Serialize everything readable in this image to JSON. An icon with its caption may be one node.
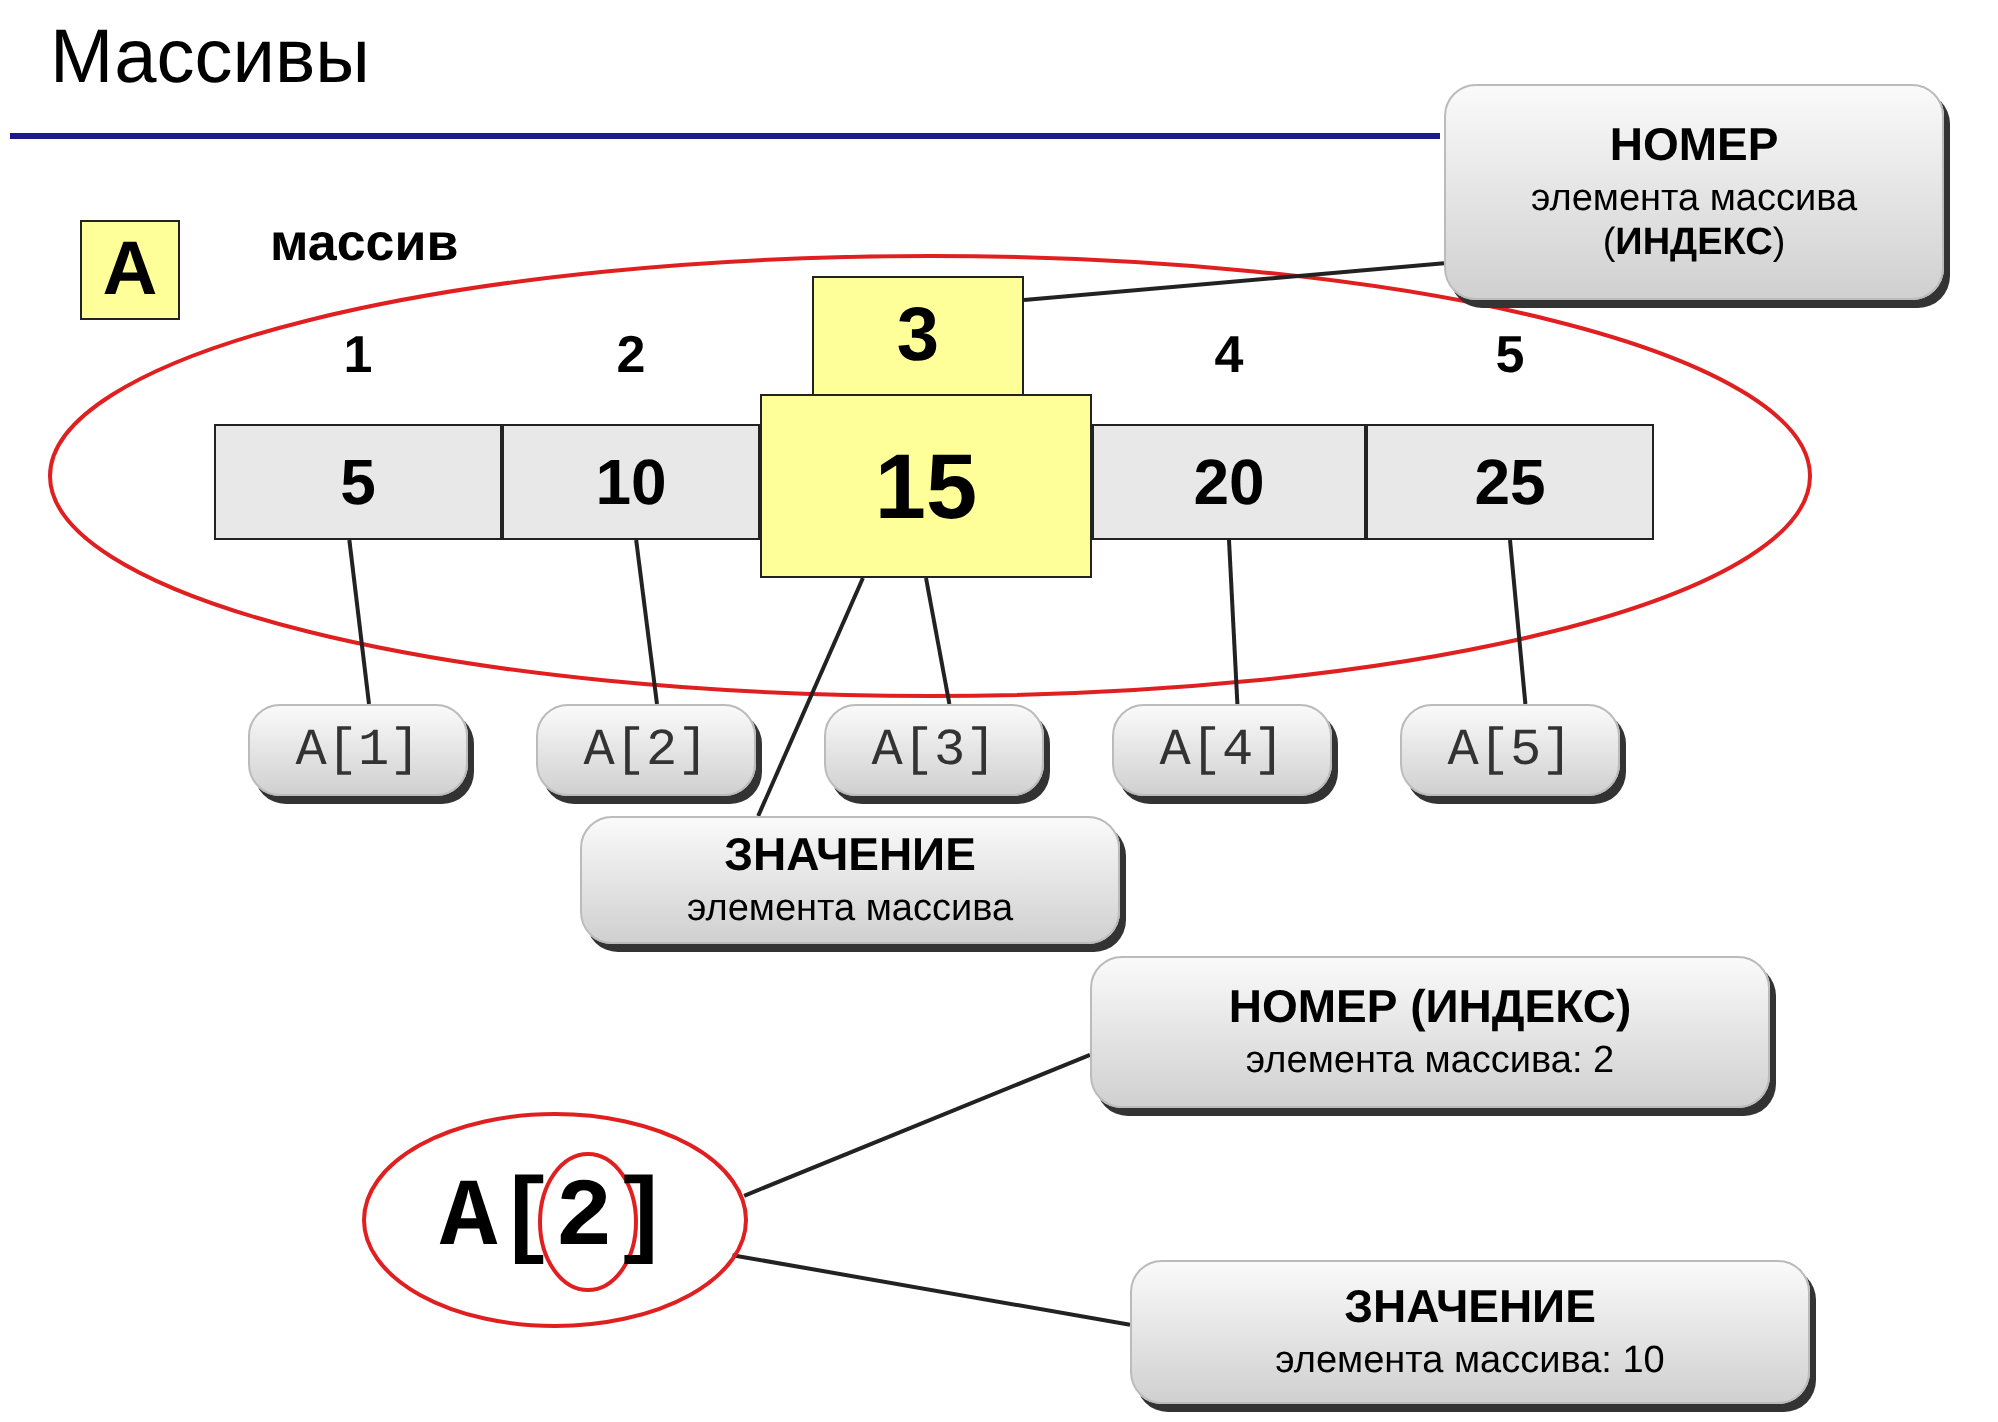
{
  "diagram": {
    "title": "Массивы",
    "nodes": [
      {
        "text": [
          "A"
        ],
        "beside": [
          "массив"
        ]
      },
      {
        "text": [
          "5"
        ],
        "beside": [
          "1"
        ]
      },
      {
        "text": [
          "10"
        ],
        "beside": [
          "2"
        ]
      },
      {
        "text": [
          "15"
        ]
      },
      {
        "text": [
          "3"
        ]
      },
      {
        "text": [
          "20"
        ],
        "beside": [
          "4"
        ]
      },
      {
        "text": [
          "25"
        ],
        "beside": [
          "5"
        ]
      },
      {
        "text": [
          "НОМЕР",
          "элемента массива (**ИНДЕКС**)"
        ]
      },
      {
        "text": [
          "A[1]"
        ]
      },
      {
        "text": [
          "A[2]"
        ]
      },
      {
        "text": [
          "A[3]"
        ]
      },
      {
        "text": [
          "A[4]"
        ]
      },
      {
        "text": [
          "A[5]"
        ]
      },
      {
        "text": [
          "ЗНАЧЕНИЕ",
          "элемента массива"
        ]
      },
      {
        "text": [
          "A[2]"
        ]
      },
      {
        "text": [
          "НОМЕР (ИНДЕКС)",
          "элемента массива: 2"
        ]
      },
      {
        "text": [
          "ЗНАЧЕНИЕ",
          "элемента массива: 10"
        ]
      }
    ],
    "edges": [
      {
        "from": 7,
        "to": 4,
        "arrow": "none"
      },
      {
        "from": 8,
        "to": 1,
        "arrow": "none"
      },
      {
        "from": 9,
        "to": 2,
        "arrow": "none"
      },
      {
        "from": 10,
        "to": 3,
        "arrow": "none"
      },
      {
        "from": 11,
        "to": 5,
        "arrow": "none"
      },
      {
        "from": 12,
        "to": 6,
        "arrow": "none"
      },
      {
        "from": 13,
        "to": 3,
        "arrow": "none"
      },
      {
        "from": 15,
        "to": 14,
        "arrow": "none"
      },
      {
        "from": 16,
        "to": 14,
        "arrow": "none"
      }
    ]
  }
}
